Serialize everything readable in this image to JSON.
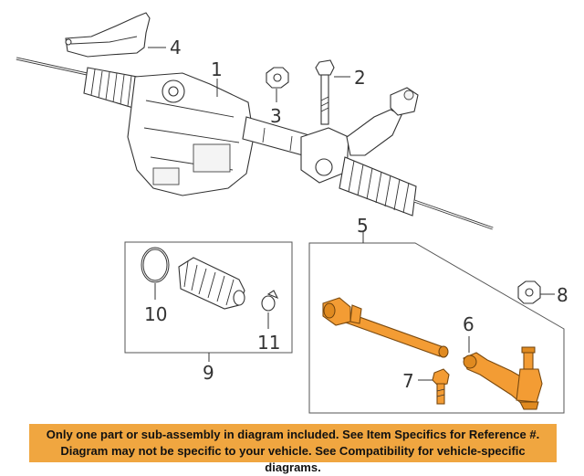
{
  "callouts": {
    "c1": "1",
    "c2": "2",
    "c3": "3",
    "c4": "4",
    "c5": "5",
    "c6": "6",
    "c7": "7",
    "c8": "8",
    "c9": "9",
    "c10": "10",
    "c11": "11"
  },
  "disclaimer": {
    "line1": "Only one part or sub-assembly in diagram included. See Item Specifics for Reference #.",
    "line2": "Diagram may not be specific to your vehicle. See Compatibility for vehicle-specific diagrams."
  },
  "colors": {
    "highlight": "#f39c34",
    "banner": "#f0a640"
  }
}
